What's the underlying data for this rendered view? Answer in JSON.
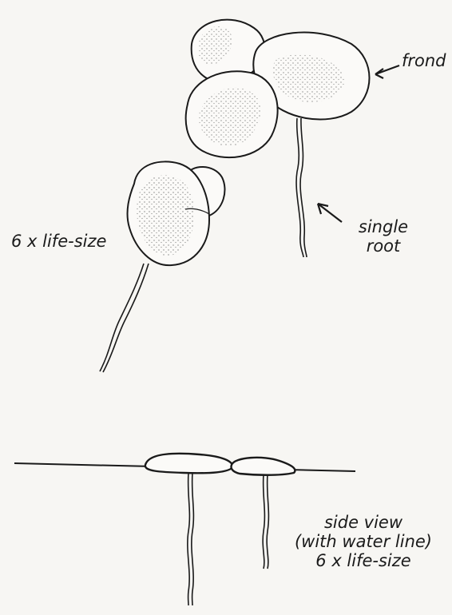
{
  "labels": {
    "frond": "frond",
    "root_line1": "single",
    "root_line2": "root",
    "scale_top": "6 x life-size",
    "side_line1": "side view",
    "side_line2": "(with water line)",
    "side_line3": "6 x life-size"
  },
  "colors": {
    "paper": "#f7f6f3",
    "ink": "#1a1a1a"
  }
}
